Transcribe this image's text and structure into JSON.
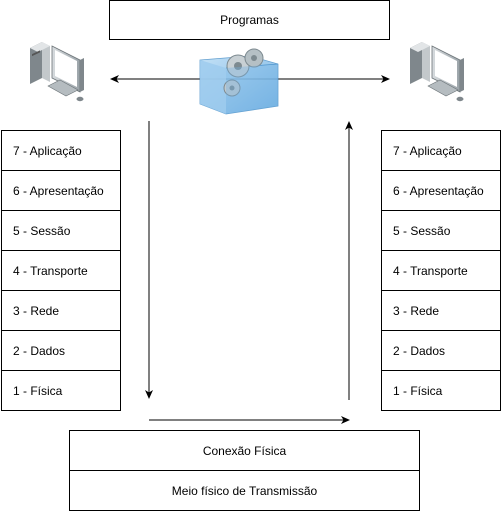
{
  "top_box": {
    "label": "Programas"
  },
  "left_stack": {
    "layers": [
      "7 - Aplicação",
      "6 - Apresentação",
      "5 - Sessão",
      "4 - Transporte",
      "3 - Rede",
      "2 - Dados",
      "1 - Física"
    ]
  },
  "right_stack": {
    "layers": [
      "7 - Aplicação",
      "6 - Apresentação",
      "5 - Sessão",
      "4 - Transporte",
      "3 - Rede",
      "2 - Dados",
      "1 - Física"
    ]
  },
  "bottom": {
    "connection_label": "Conexão Física",
    "medium_label": "Meio físico de Transmissão"
  },
  "icons": {
    "left": "computer-icon",
    "right": "computer-icon",
    "center": "software-package-icon"
  },
  "colors": {
    "stroke": "#000000",
    "package_blue": "#8fc3ea",
    "gear_gray": "#9aa7ae"
  }
}
